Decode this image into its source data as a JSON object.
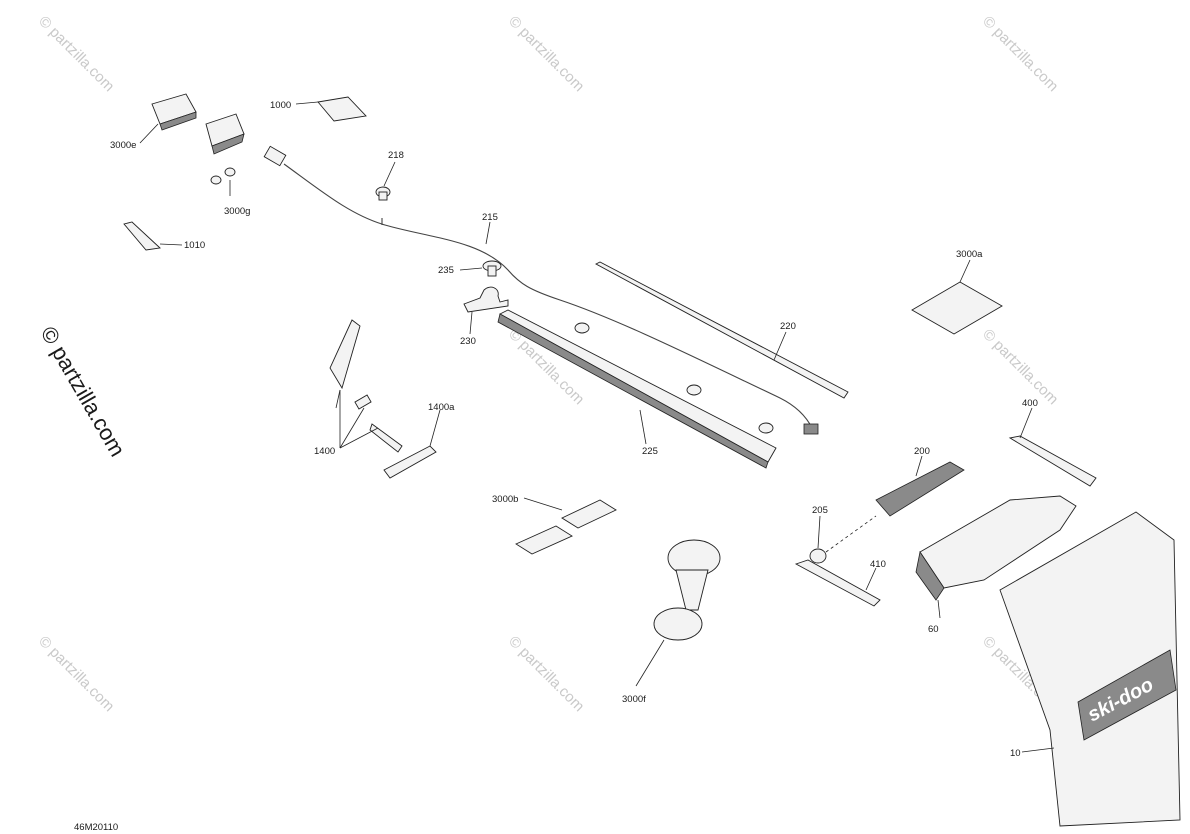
{
  "watermark": {
    "text": "© partzilla.com"
  },
  "diagram_code": "46M20110",
  "callouts": [
    {
      "id": "1000",
      "label": "1000"
    },
    {
      "id": "1010",
      "label": "1010"
    },
    {
      "id": "3000e",
      "label": "3000e"
    },
    {
      "id": "3000g",
      "label": "3000g"
    },
    {
      "id": "218",
      "label": "218"
    },
    {
      "id": "215",
      "label": "215"
    },
    {
      "id": "235",
      "label": "235"
    },
    {
      "id": "230",
      "label": "230"
    },
    {
      "id": "220",
      "label": "220"
    },
    {
      "id": "225",
      "label": "225"
    },
    {
      "id": "3000a",
      "label": "3000a"
    },
    {
      "id": "400",
      "label": "400"
    },
    {
      "id": "1400",
      "label": "1400"
    },
    {
      "id": "1400a",
      "label": "1400a"
    },
    {
      "id": "3000b",
      "label": "3000b"
    },
    {
      "id": "3000f",
      "label": "3000f"
    },
    {
      "id": "200",
      "label": "200"
    },
    {
      "id": "205",
      "label": "205"
    },
    {
      "id": "410",
      "label": "410"
    },
    {
      "id": "60",
      "label": "60"
    },
    {
      "id": "10",
      "label": "10"
    }
  ],
  "brand_logo": "ski-doo"
}
